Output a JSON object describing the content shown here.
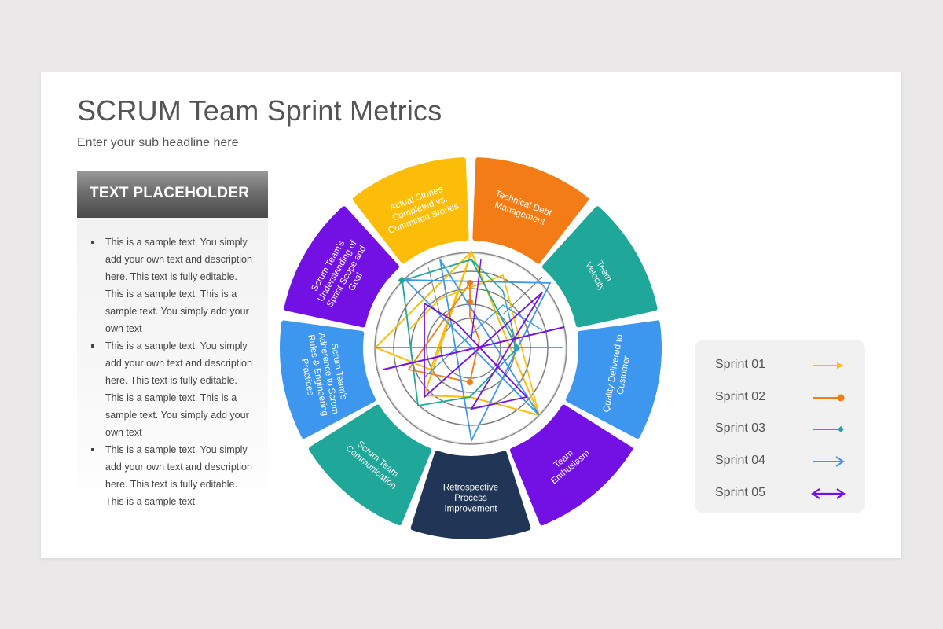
{
  "title": "SCRUM Team Sprint Metrics",
  "subtitle": "Enter your sub headline here",
  "card": {
    "header": "TEXT PLACEHOLDER",
    "bullets": [
      "This is a sample text. You simply add your own text and description here. This text is fully editable. This is a sample text. This is a sample text. You simply add your own text",
      "This is a sample text. You simply add your own text and description here. This text is fully editable. This is a sample text. This is a sample text. You simply add your own text",
      "This is a sample text. You simply add your own text and description here. This text is fully editable. This is a sample text."
    ]
  },
  "segments": [
    {
      "lines": [
        "Actual Stories",
        "Completed vs.",
        "Committed Stories"
      ],
      "color": "#fbbd08"
    },
    {
      "lines": [
        "Technical Debt",
        "Management"
      ],
      "color": "#f47c16"
    },
    {
      "lines": [
        "Team",
        "Velocity"
      ],
      "color": "#1fa799"
    },
    {
      "lines": [
        "Quality Delivered to",
        "Customer"
      ],
      "color": "#3e97ee"
    },
    {
      "lines": [
        "Team",
        "Enthusiasm"
      ],
      "color": "#7311e4"
    },
    {
      "lines": [
        "Retrospective",
        "Process",
        "Improvement"
      ],
      "color": "#213656"
    },
    {
      "lines": [
        "Scrum Team",
        "Communication"
      ],
      "color": "#1fa799"
    },
    {
      "lines": [
        "Scrum Team's",
        "Adherence to Scrum",
        "Rules & Engineering",
        "Practices"
      ],
      "color": "#3e97ee"
    },
    {
      "lines": [
        "Scrum Team's",
        "Understanding of",
        "Sprint Scope and",
        "Goal"
      ],
      "color": "#7311e4"
    }
  ],
  "legend": [
    {
      "label": "Sprint 01",
      "color": "#fbbd08",
      "marker": "arrow"
    },
    {
      "label": "Sprint 02",
      "color": "#f47c16",
      "marker": "dot"
    },
    {
      "label": "Sprint 03",
      "color": "#1fa799",
      "marker": "diamond"
    },
    {
      "label": "Sprint 04",
      "color": "#3e97ee",
      "marker": "open-arrow"
    },
    {
      "label": "Sprint 05",
      "color": "#7311e4",
      "marker": "double-arrow"
    }
  ]
}
